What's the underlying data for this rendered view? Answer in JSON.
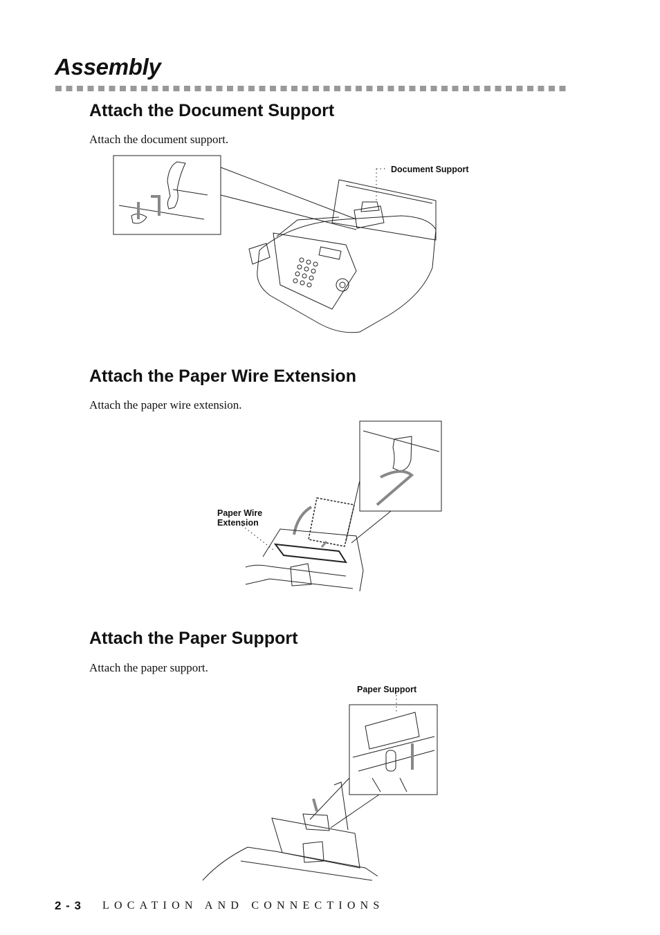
{
  "page": {
    "title": "Assembly",
    "sections": [
      {
        "heading": "Attach the Document Support",
        "instruction": "Attach the document support.",
        "callout": "Document Support"
      },
      {
        "heading": "Attach the Paper Wire Extension",
        "instruction": "Attach the paper wire extension.",
        "callout_line1": "Paper Wire",
        "callout_line2": "Extension"
      },
      {
        "heading": "Attach the Paper Support",
        "instruction": "Attach the paper support.",
        "callout": "Paper Support"
      }
    ],
    "footer": {
      "page_number": "2 - 3",
      "chapter": "LOCATION AND CONNECTIONS"
    }
  }
}
